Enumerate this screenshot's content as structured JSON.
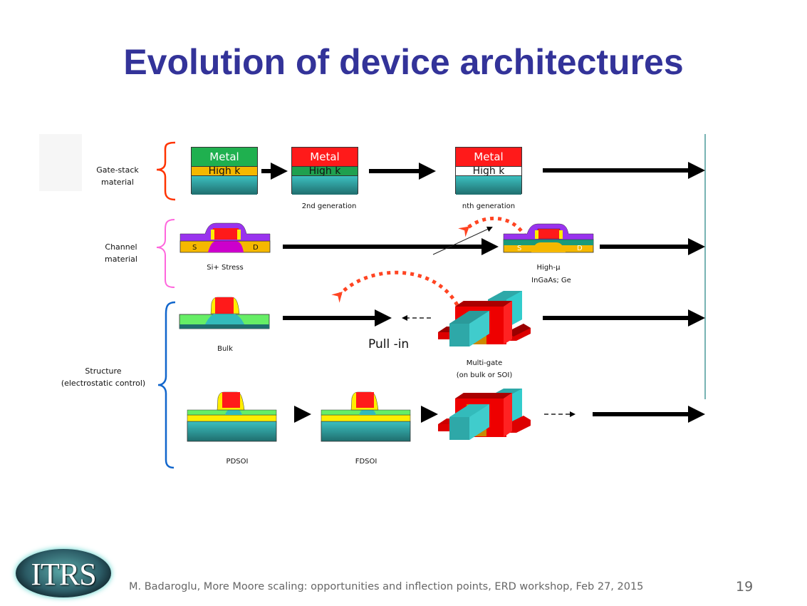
{
  "slide": {
    "title": "Evolution of device architectures",
    "footer": "M. Badaroglu, More Moore scaling: opportunities and inflection points, ERD workshop, Feb 27, 2015",
    "page_number": "19",
    "logo_text": "ITRS"
  },
  "rows": {
    "gate_stack": {
      "label_line1": "Gate-stack",
      "label_line2": "material",
      "stacks": [
        {
          "metal": "Metal",
          "highk": "High k",
          "caption": ""
        },
        {
          "metal": "Metal",
          "highk": "High k",
          "caption": "2nd generation"
        },
        {
          "metal": "Metal",
          "highk": "High k",
          "caption": "nth generation"
        }
      ]
    },
    "channel": {
      "label_line1": "Channel",
      "label_line2": "material",
      "devices": [
        {
          "caption": "Si+ Stress",
          "source": "S",
          "drain": "D"
        },
        {
          "caption_line1": "High-μ",
          "caption_line2": "InGaAs; Ge",
          "source": "S",
          "drain": "D"
        }
      ]
    },
    "structure": {
      "label_line1": "Structure",
      "label_line2": "(electrostatic control)",
      "bulk_caption": "Bulk",
      "pull_in": "Pull -in",
      "multigate_line1": "Multi-gate",
      "multigate_line2": "(on bulk or SOI)",
      "pdsoi_caption": "PDSOI",
      "fdsoi_caption": "FDSOI"
    }
  },
  "colors": {
    "title": "#333399",
    "metal_green": "#1fb04f",
    "metal_red": "#ff1a1a",
    "highk_gold": "#f5b800",
    "highk_green": "#1fa04f",
    "brace_gate": "#ff3300",
    "brace_channel": "#ff66dd",
    "brace_structure": "#1166cc",
    "pull_in_arrow": "#ff4422"
  }
}
